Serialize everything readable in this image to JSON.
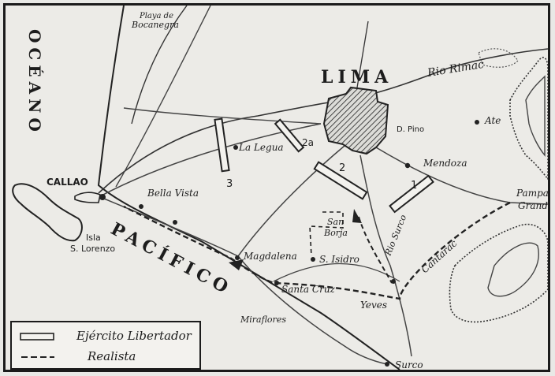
{
  "places": {
    "lima": "LIMA",
    "rio_rimac": "Rio Rimac",
    "playa": "Playa de",
    "bocanegra": "Bocanegra",
    "oceano": "OCÉANO",
    "pacifico": "PACÍFICO",
    "callao": "CALLAO",
    "isla": "Isla",
    "slorenzo": "S. Lorenzo",
    "bella_vista": "Bella Vista",
    "la_legua": "La Legua",
    "magdalena": "Magdalena",
    "s_isidro": "S. Isidro",
    "san": "San",
    "borja": "Borja",
    "santa_cruz": "Santa Cruz",
    "miraflores": "Miraflores",
    "surco": "Surco",
    "yeves": "Yeves",
    "rio_surco": "Rio Surco",
    "mendoza": "Mendoza",
    "d_pino": "D. Pino",
    "ate": "Ate",
    "cantarac": "Cantarac",
    "pampa": "Pampa",
    "grande": "Grande"
  },
  "positions_numbers": {
    "p1": "1",
    "p2": "2",
    "p2a": "2a",
    "p3": "3"
  },
  "legend": {
    "libertador": "Ejército Libertador",
    "realista": "Realista"
  },
  "colors": {
    "ink": "#1d1d1d",
    "paper": "#ecebe7"
  }
}
